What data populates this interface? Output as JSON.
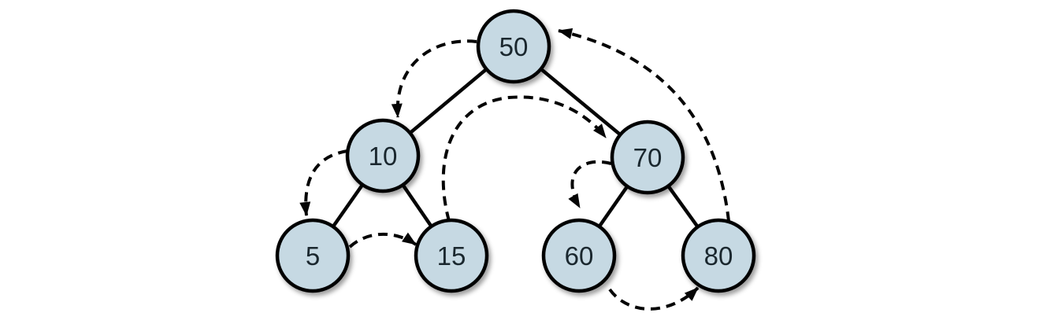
{
  "figure": {
    "title": "binary-search-tree-inorder-traversal",
    "background_color": "#ffffff",
    "node_fill_color": "#c6d9e3",
    "node_stroke_color": "#050505",
    "label_color": "#1a272e",
    "edge_color": "#050505",
    "arrow_line_style": "dashed",
    "nodes": [
      {
        "id": "50",
        "label": "50",
        "role": "root"
      },
      {
        "id": "10",
        "label": "10",
        "role": "internal"
      },
      {
        "id": "70",
        "label": "70",
        "role": "internal"
      },
      {
        "id": "5",
        "label": "5",
        "role": "leaf"
      },
      {
        "id": "15",
        "label": "15",
        "role": "leaf"
      },
      {
        "id": "60",
        "label": "60",
        "role": "leaf"
      },
      {
        "id": "80",
        "label": "80",
        "role": "leaf"
      }
    ],
    "tree_edges": [
      {
        "from": "50",
        "to": "10"
      },
      {
        "from": "50",
        "to": "70"
      },
      {
        "from": "10",
        "to": "5"
      },
      {
        "from": "10",
        "to": "15"
      },
      {
        "from": "70",
        "to": "60"
      },
      {
        "from": "70",
        "to": "80"
      }
    ],
    "traversal_arrows": [
      {
        "from": "50",
        "to": "10"
      },
      {
        "from": "10",
        "to": "5"
      },
      {
        "from": "5",
        "to": "15"
      },
      {
        "from": "15",
        "to": "70"
      },
      {
        "from": "70",
        "to": "60"
      },
      {
        "from": "60",
        "to": "80"
      },
      {
        "from": "80",
        "to": "50"
      }
    ]
  }
}
